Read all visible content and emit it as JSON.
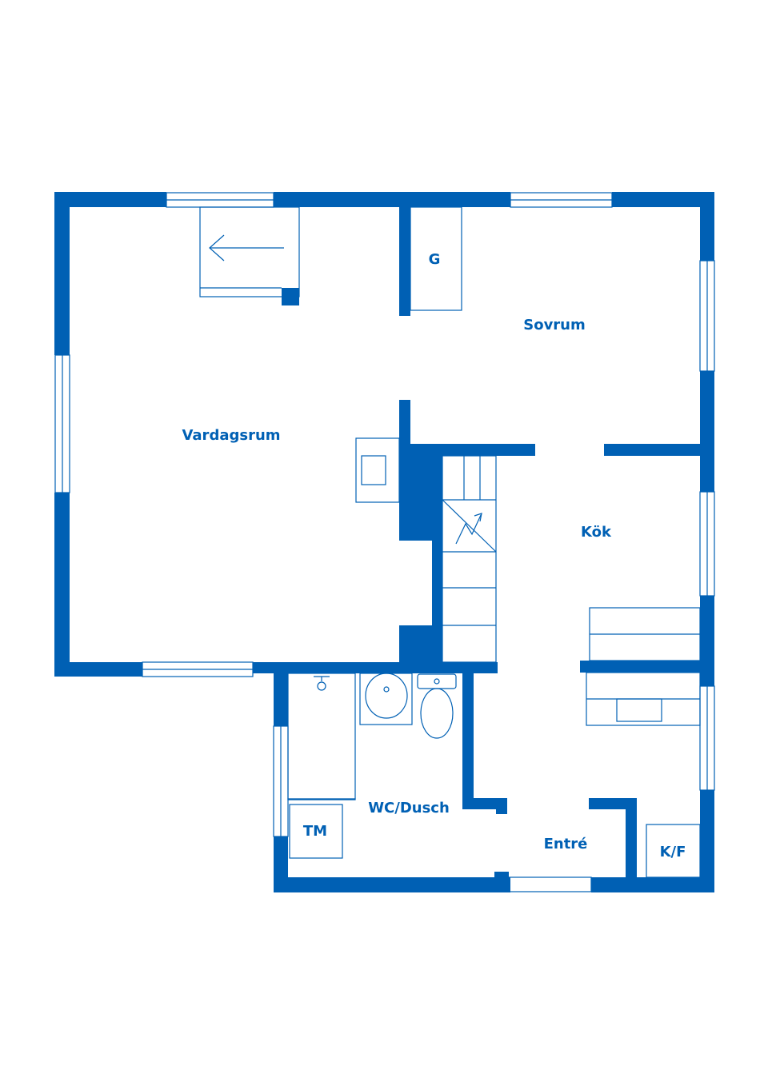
{
  "plan": {
    "wall_color": "#0060b4",
    "rooms": {
      "vardagsrum": "Vardagsrum",
      "sovrum": "Sovrum",
      "kok": "Kök",
      "wc_dusch": "WC/Dusch",
      "entre": "Entré",
      "garderob": "G",
      "tvattmaskin": "TM",
      "kyl_frys": "K/F"
    }
  }
}
